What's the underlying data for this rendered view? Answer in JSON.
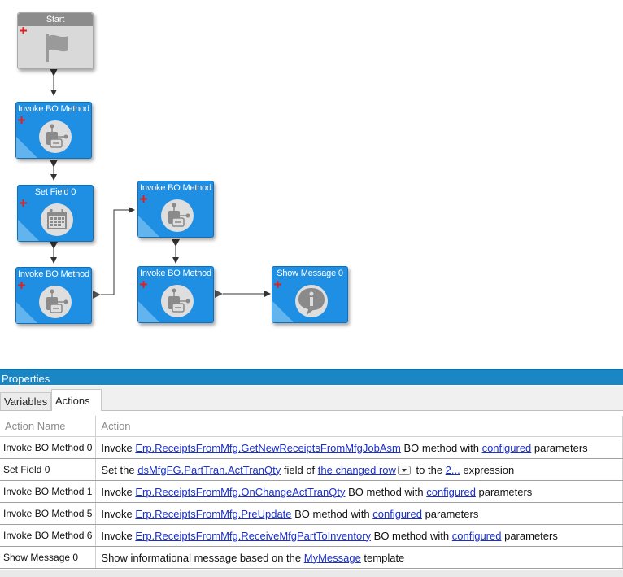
{
  "workflow": {
    "nodes": [
      {
        "id": "start",
        "title": "Start",
        "style": "gray",
        "icon": "flag-icon"
      },
      {
        "id": "invoke1",
        "title": "Invoke BO Method",
        "style": "blue",
        "icon": "bo-method-icon"
      },
      {
        "id": "setfield",
        "title": "Set Field 0",
        "style": "blue",
        "icon": "calendar-icon"
      },
      {
        "id": "invoke2",
        "title": "Invoke BO Method",
        "style": "blue",
        "icon": "bo-method-icon"
      },
      {
        "id": "invoke3",
        "title": "Invoke BO Method",
        "style": "blue",
        "icon": "bo-method-icon"
      },
      {
        "id": "invoke4",
        "title": "Invoke BO Method",
        "style": "blue",
        "icon": "bo-method-icon"
      },
      {
        "id": "showmsg",
        "title": "Show Message 0",
        "style": "blue",
        "icon": "info-icon"
      }
    ],
    "colors": {
      "node_blue": "#1e8fe3",
      "node_gray": "#d9d9d9",
      "wire": "#333333",
      "panel_header": "#1a86c3",
      "link": "#1a2fd0"
    }
  },
  "properties": {
    "title": "Properties",
    "tabs": [
      {
        "label": "Variables",
        "active": false
      },
      {
        "label": "Actions",
        "active": true
      }
    ],
    "columns": {
      "name": "Action Name",
      "action": "Action"
    },
    "rows": [
      {
        "name": "Invoke BO Method 0",
        "pre": "Invoke ",
        "link1": "Erp.ReceiptsFromMfg.GetNewReceiptsFromMfgJobAsm",
        "mid": " BO method with ",
        "link2": "configured",
        "post": " parameters"
      },
      {
        "name": "Set Field 0",
        "pre": "Set the ",
        "link1": "dsMfgFG.PartTran.ActTranQty",
        "mid": " field of ",
        "link2": "the changed row",
        "mid2": " to the ",
        "link3": "2...",
        "post": " expression"
      },
      {
        "name": "Invoke BO Method 1",
        "pre": "Invoke ",
        "link1": "Erp.ReceiptsFromMfg.OnChangeActTranQty",
        "mid": " BO method with ",
        "link2": "configured",
        "post": " parameters"
      },
      {
        "name": "Invoke BO Method 5",
        "pre": "Invoke ",
        "link1": "Erp.ReceiptsFromMfg.PreUpdate",
        "mid": " BO method with ",
        "link2": "configured",
        "post": " parameters"
      },
      {
        "name": "Invoke BO Method 6",
        "pre": "Invoke ",
        "link1": "Erp.ReceiptsFromMfg.ReceiveMfgPartToInventory",
        "mid": " BO method with ",
        "link2": "configured",
        "post": " parameters"
      },
      {
        "name": "Show Message 0",
        "pre": "Show informational message based on the ",
        "link1": "MyMessage",
        "post": " template"
      }
    ]
  }
}
